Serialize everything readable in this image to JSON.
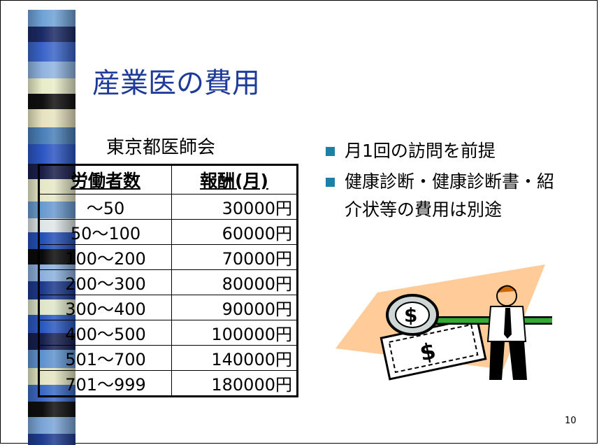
{
  "slide": {
    "title": "産業医の費用",
    "subtitle": "東京都医師会",
    "page_number": "10"
  },
  "table": {
    "headers": [
      "労働者数",
      "報酬(月)"
    ],
    "rows": [
      [
        "〜50",
        "30000円"
      ],
      [
        "50〜100",
        "60000円"
      ],
      [
        "100〜200",
        "70000円"
      ],
      [
        "200〜300",
        "80000円"
      ],
      [
        "300〜400",
        "90000円"
      ],
      [
        "400〜500",
        "100000円"
      ],
      [
        "501〜700",
        "140000円"
      ],
      [
        "701〜999",
        "180000円"
      ]
    ]
  },
  "bullets": [
    "月1回の訪問を前提",
    "健康診断・健康診断書・紹介状等の費用は別途"
  ],
  "colors": {
    "title": "#1f3b9a",
    "bullet": "#1e7fa8",
    "clipart_bg": "#ffcc99"
  },
  "icons": {
    "clipart": "businessman-magnifier-dollar-icon"
  }
}
